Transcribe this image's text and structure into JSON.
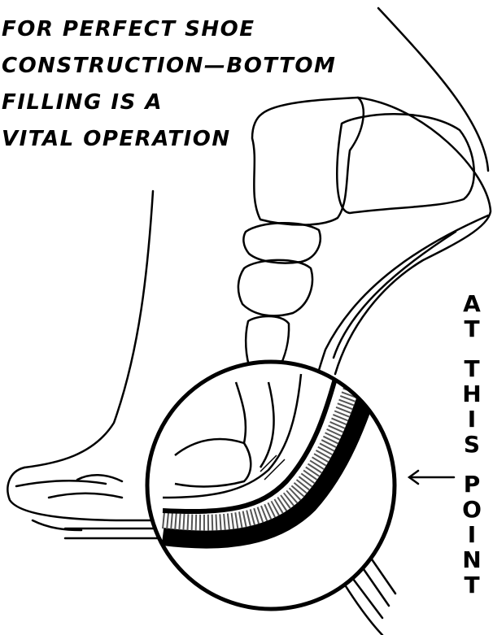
{
  "headline": {
    "lines": [
      "FOR PERFECT SHOE",
      "CONSTRUCTION—BOTTOM",
      "FILLING IS A",
      "VITAL OPERATION"
    ]
  },
  "caption": {
    "words": [
      "AT",
      "THIS",
      "POINT"
    ]
  },
  "illustration": {
    "subject": "foot-in-shoe-cross-section",
    "icon": "magnifier-circle"
  }
}
